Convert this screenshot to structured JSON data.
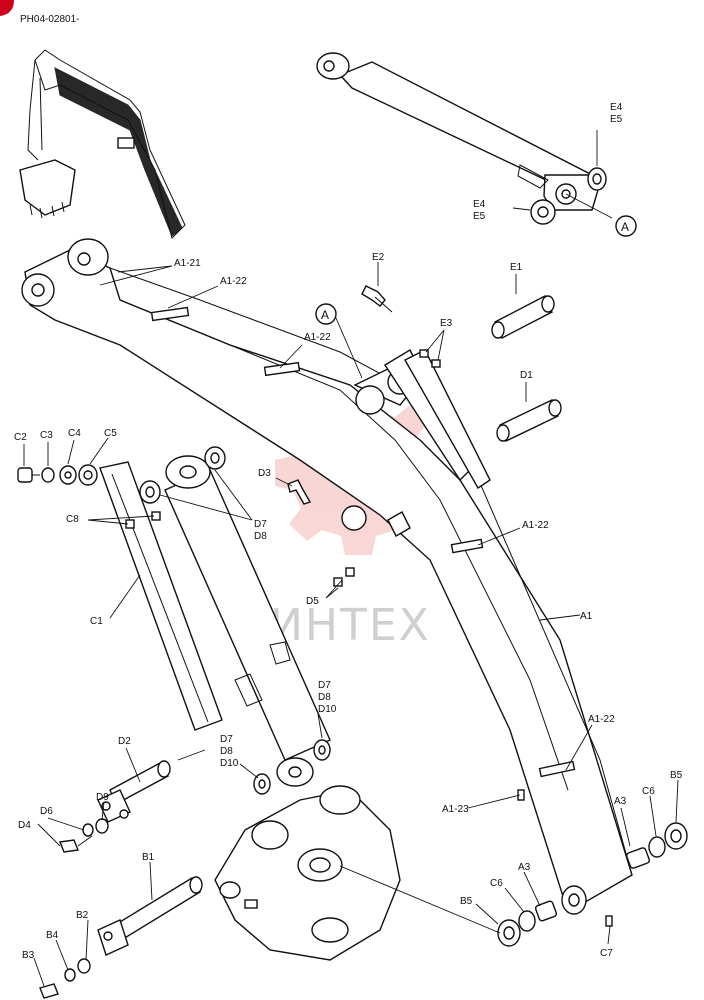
{
  "doc_code": "PH04-02801-",
  "watermark": "ИНТЕХ",
  "colors": {
    "corner_marker": "#d0021b",
    "watermark_logo": "#f4b6b6",
    "watermark_text": "#cfcfcf"
  },
  "callouts": {
    "a1": "A1",
    "a1_21": "A1-21",
    "a1_22_top": "A1-22",
    "a1_22_mid": "A1-22",
    "a1_22_right": "A1-22",
    "a1_22_low": "A1-22",
    "a1_23": "A1-23",
    "a3_right": "A3",
    "a3_bottom": "A3",
    "ref_a_top": "A",
    "ref_a_right": "A",
    "b1": "B1",
    "b2": "B2",
    "b3": "B3",
    "b4": "B4",
    "b5_right": "B5",
    "b5_bottom": "B5",
    "c1": "C1",
    "c2": "C2",
    "c3": "C3",
    "c4": "C4",
    "c5": "C5",
    "c6_right": "C6",
    "c6_bottom": "C6",
    "c7": "C7",
    "c8": "C8",
    "d1": "D1",
    "d2": "D2",
    "d3": "D3",
    "d4": "D4",
    "d5": "D5",
    "d6": "D6",
    "d9": "D9",
    "d7_d8_upper": [
      "D7",
      "D8"
    ],
    "d7_d8_d10_right": [
      "D7",
      "D8",
      "D10"
    ],
    "d7_d8_d10_left": [
      "D7",
      "D8",
      "D10"
    ],
    "e1": "E1",
    "e2": "E2",
    "e3": "E3",
    "e4_e5_upper": [
      "E4",
      "E5"
    ],
    "e4_e5_lower": [
      "E4",
      "E5"
    ]
  }
}
